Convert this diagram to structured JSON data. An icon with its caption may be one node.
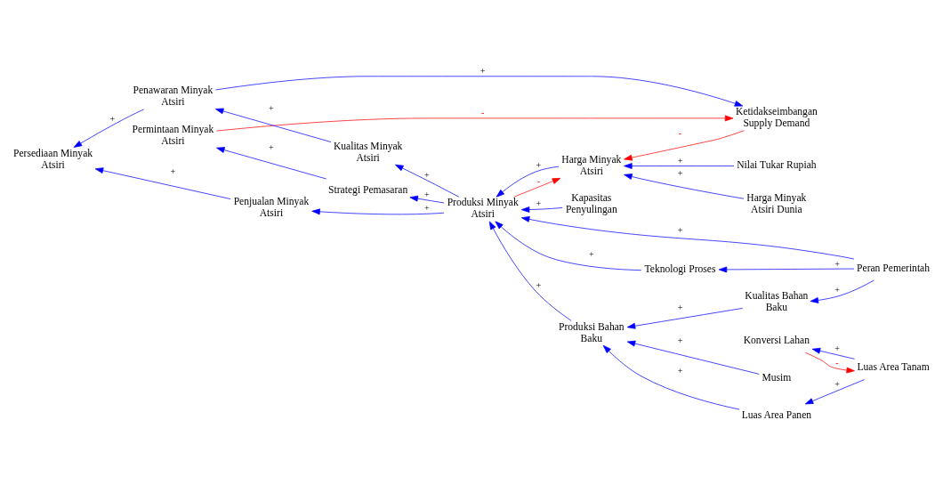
{
  "diagram": {
    "nodes": [
      {
        "text": [
          "Ketidakseimbangan Supply Demand"
        ]
      },
      {
        "text": [
          "Harga Minyak Atsiri Dunia"
        ]
      },
      {
        "text": [
          "Harga Minyak Atsiri"
        ]
      },
      {
        "text": [
          "Persediaan Minyak Atsiri"
        ]
      },
      {
        "text": [
          "Penjualan Minyak Atsiri"
        ]
      },
      {
        "text": [
          "Penawaran Minyak Atsiri"
        ]
      },
      {
        "text": [
          "Permintaan Minyak Atsiri"
        ]
      },
      {
        "text": [
          "Nilai Tukar Rupiah"
        ]
      },
      {
        "text": [
          "Produksi Minyak Atsiri"
        ]
      },
      {
        "text": [
          "Kapasitas Penyulingan"
        ]
      },
      {
        "text": [
          "Kualitas Minyak Atsiri"
        ]
      },
      {
        "text": [
          "Strategi Pemasaran"
        ]
      },
      {
        "text": [
          "Teknologi Proses"
        ]
      },
      {
        "text": [
          "Produksi Bahan Baku"
        ]
      },
      {
        "text": [
          "Luas Area Panen"
        ]
      },
      {
        "text": [
          "Musim"
        ]
      },
      {
        "text": [
          "Peran Pemerintah"
        ]
      },
      {
        "text": [
          "Kualitas Bahan Baku"
        ]
      },
      {
        "text": [
          "Luas Area Tanam"
        ]
      },
      {
        "text": [
          "Konversi Lahan"
        ]
      }
    ],
    "edges": [
      {
        "from": 6,
        "to": 0,
        "arrow": "to",
        "label": "-",
        "color": "#ff0000"
      },
      {
        "from": 5,
        "to": 0,
        "arrow": "to",
        "label": "+"
      },
      {
        "from": 0,
        "to": 2,
        "arrow": "to",
        "label": "-",
        "color": "#ff0000"
      },
      {
        "from": 1,
        "to": 2,
        "arrow": "to",
        "label": "+"
      },
      {
        "from": 7,
        "to": 2,
        "arrow": "to",
        "label": "+"
      },
      {
        "from": 2,
        "to": 8,
        "arrow": "to",
        "label": "+"
      },
      {
        "from": 8,
        "to": 2,
        "arrow": "to",
        "label": "-",
        "color": "#ff0000"
      },
      {
        "from": 5,
        "to": 3,
        "arrow": "to",
        "label": "+"
      },
      {
        "from": 4,
        "to": 3,
        "arrow": "to",
        "label": "+"
      },
      {
        "from": 8,
        "to": 4,
        "arrow": "to",
        "label": "+"
      },
      {
        "from": 9,
        "to": 8,
        "arrow": "to",
        "label": "+"
      },
      {
        "from": 12,
        "to": 8,
        "arrow": "to",
        "label": "+"
      },
      {
        "from": 16,
        "to": 8,
        "arrow": "to",
        "label": "+"
      },
      {
        "from": 8,
        "to": 10,
        "arrow": "to",
        "label": "+"
      },
      {
        "from": 10,
        "to": 5,
        "arrow": "to",
        "label": "+"
      },
      {
        "from": 13,
        "to": 8,
        "arrow": "to",
        "label": "+"
      },
      {
        "from": 8,
        "to": 11,
        "arrow": "to",
        "label": "+"
      },
      {
        "from": 11,
        "to": 6,
        "arrow": "to",
        "label": "+"
      },
      {
        "from": 14,
        "to": 13,
        "arrow": "to",
        "label": "+"
      },
      {
        "from": 15,
        "to": 13,
        "arrow": "to",
        "label": "+"
      },
      {
        "from": 17,
        "to": 13,
        "arrow": "to",
        "label": "+"
      },
      {
        "from": 16,
        "to": 17,
        "arrow": "to",
        "label": "+"
      },
      {
        "from": 16,
        "to": 12,
        "arrow": "to",
        "label": "+"
      },
      {
        "from": 18,
        "to": 14,
        "arrow": "to",
        "label": "+"
      },
      {
        "from": 18,
        "to": 19,
        "arrow": "to",
        "label": "+"
      },
      {
        "from": 19,
        "to": 18,
        "arrow": "to",
        "label": "-",
        "color": "#ff0000"
      }
    ]
  }
}
